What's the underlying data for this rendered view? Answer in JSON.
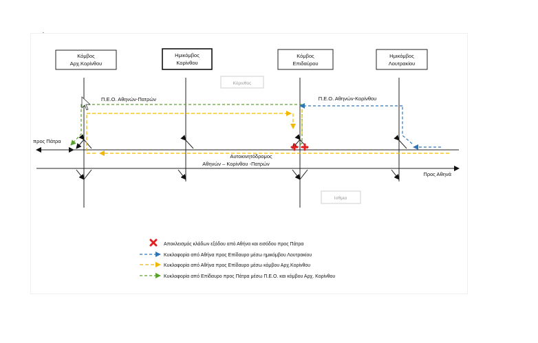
{
  "title": "Διάγραμμα 2",
  "nodes": {
    "korinthos_archaia": {
      "line1": "Κόμβος",
      "line2": "Αρχ.Κορίνθου"
    },
    "korinthos_semi": {
      "line1": "Ημικόμβος",
      "line2": "Κορίνθου"
    },
    "epidavros": {
      "line1": "Κόμβος",
      "line2": "Επιδαύρου"
    },
    "loutraki": {
      "line1": "Ημικόμβος",
      "line2": "Λουτρακίου"
    }
  },
  "places": {
    "korinthos": "Κόρινθος",
    "isthmia": "Ισθμια"
  },
  "roads": {
    "peo_patra": "Π.Ε.Ο. Αθηνών-Πατρών",
    "peo_korinthos": "Π.Ε.Ο. Αθηνών-Κορίνθου",
    "motorway_line1": "Αυτοκινητόδρομος",
    "motorway_line2": "Αθηνών – Κορίνθου -Πατρών",
    "to_patra": "προς Πάτρα",
    "to_athens": "Προς Αθηνά"
  },
  "legend": [
    {
      "kind": "cross",
      "color": "#e02020",
      "label": "Αποκλεισμός κλάδων εξόδου από Αθήνα και εισόδου προς Πάτρα"
    },
    {
      "kind": "dash",
      "color": "#2e75b6",
      "label": "Κυκλοφορία από Αθήνα προς Επίδαυρο μέσω ημικόμβου Λουτρακίου"
    },
    {
      "kind": "dash",
      "color": "#f2b800",
      "label": "Κυκλοφορία από Αθήνα προς Επίδαυρο μέσω κόμβου Αρχ.Κορίνθου"
    },
    {
      "kind": "dash",
      "color": "#5aa02c",
      "label": "Κυκλοφορία από Επίδαυρο προς Πάτρα μέσω Π.Ε.Ο. και κόμβου Αρχ. Κορίνθου"
    }
  ],
  "colors": {
    "blue": "#2e75b6",
    "yellow": "#f2b800",
    "green": "#5aa02c",
    "red": "#e02020"
  }
}
